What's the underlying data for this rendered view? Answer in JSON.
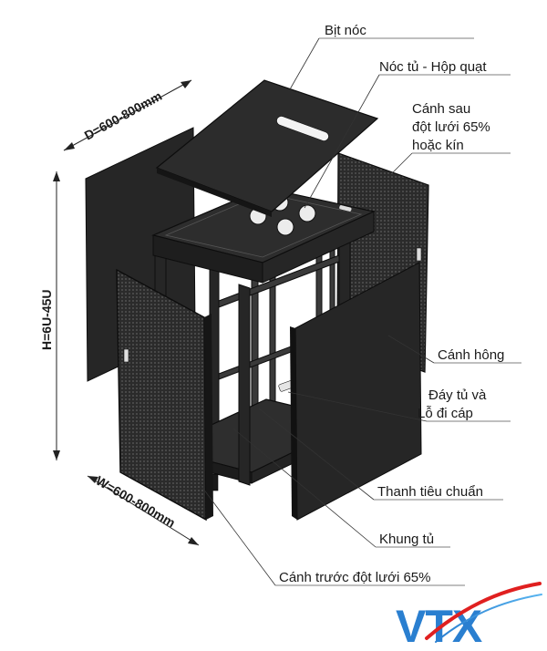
{
  "labels": {
    "top_cover": "Bịt nóc",
    "roof_fan": "Nóc tủ - Hộp quạt",
    "rear_door_1": "Cánh sau",
    "rear_door_2": "đột lưới 65%",
    "rear_door_3": "hoặc kín",
    "side_panel": "Cánh hông",
    "bottom_1": "Đáy tủ và",
    "bottom_2": "Lỗ đi cáp",
    "rail": "Thanh tiêu chuẩn",
    "frame": "Khung tủ",
    "front_door": "Cánh trước đột lưới 65%"
  },
  "dimensions": {
    "depth": "D=600-800mm",
    "height": "H=6U-45U",
    "width": "W=600-800mm"
  },
  "logo": {
    "text": "VTX",
    "colors": {
      "primary": "#2a7fd0",
      "accent": "#e02020"
    }
  }
}
